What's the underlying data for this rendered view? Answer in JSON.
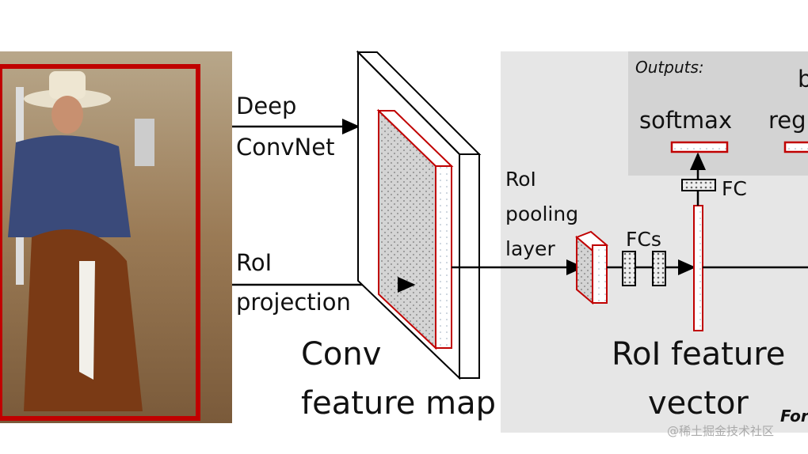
{
  "labels": {
    "deep": "Deep",
    "convnet": "ConvNet",
    "roi": "RoI",
    "projection": "projection",
    "conv": "Conv",
    "feature_map": "feature map",
    "roi_pool_1": "RoI",
    "roi_pool_2": "pooling",
    "roi_pool_3": "layer",
    "fcs": "FCs",
    "fc": "FC",
    "outputs": "Outputs:",
    "softmax": "softmax",
    "reg_partial": "reg",
    "b_partial": "b",
    "roi_feature": "RoI feature",
    "vector": "vector",
    "for_partial": "For"
  },
  "watermark": "@稀土掘金技术社区",
  "colors": {
    "red": "#c00000",
    "panel": "#e6e6e6",
    "outputs_panel": "#d3d3d3"
  }
}
